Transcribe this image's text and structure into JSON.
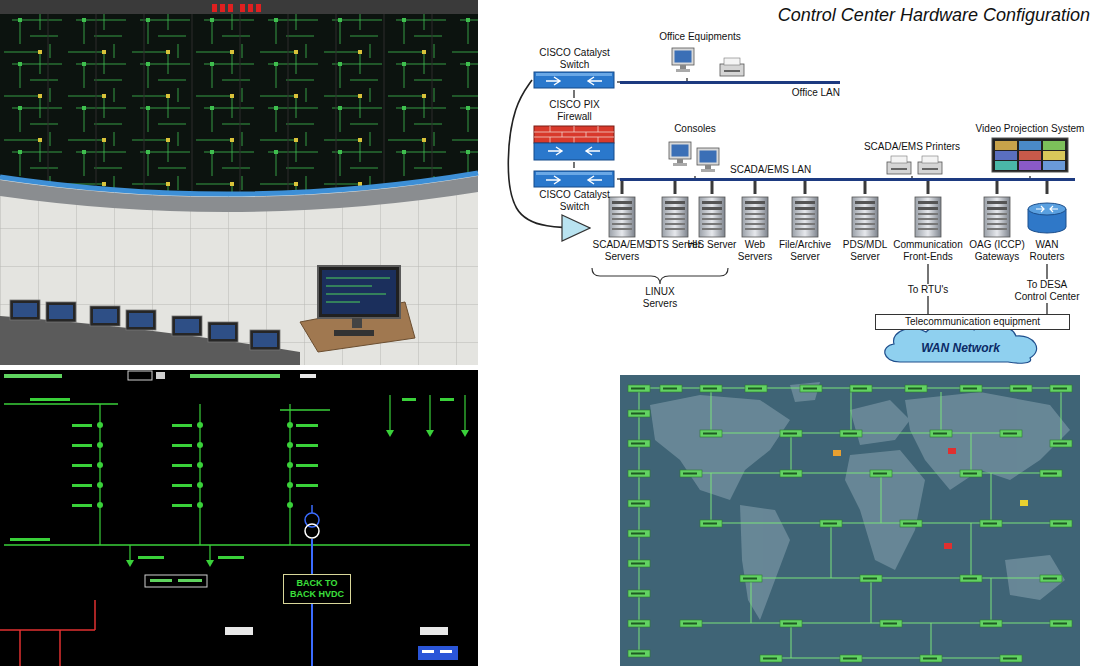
{
  "diagram": {
    "title": "Control Center Hardware Configuration",
    "nodes": [
      {
        "text": [
          "Office Equipments"
        ]
      },
      {
        "text": [
          "Office LAN"
        ]
      },
      {
        "text": [
          "CISCO Catalyst Switch"
        ]
      },
      {
        "text": [
          "CISCO PIX Firewall"
        ]
      },
      {
        "text": [
          "CISCO Catalyst Switch"
        ]
      },
      {
        "text": [
          "Consoles"
        ]
      },
      {
        "text": [
          "SCADA/EMS Printers"
        ]
      },
      {
        "text": [
          "Video Projection System"
        ]
      },
      {
        "text": [
          "SCADA/EMS LAN"
        ]
      },
      {
        "text": [
          "SCADA/EMS Servers"
        ]
      },
      {
        "text": [
          "DTS Server"
        ]
      },
      {
        "text": [
          "HIS Server"
        ]
      },
      {
        "text": [
          "Web Servers"
        ]
      },
      {
        "text": [
          "File/Archive Server"
        ]
      },
      {
        "text": [
          "PDS/MDL Server"
        ]
      },
      {
        "text": [
          "Communication Front-Ends"
        ]
      },
      {
        "text": [
          "OAG (ICCP) Gateways"
        ]
      },
      {
        "text": [
          "WAN Routers"
        ]
      },
      {
        "text": [
          "Telecommunication equipment"
        ]
      },
      {
        "text": [
          "WAN Network"
        ]
      },
      {
        "text": [
          "BACK TO BACK HVDC"
        ]
      }
    ],
    "edges": [
      {
        "from": 0,
        "to": 1,
        "arrow": "none"
      },
      {
        "from": 2,
        "to": 1,
        "arrow": "none"
      },
      {
        "from": 2,
        "to": 3,
        "arrow": "none"
      },
      {
        "from": 3,
        "to": 4,
        "arrow": "none"
      },
      {
        "from": 4,
        "to": 8,
        "arrow": "none"
      },
      {
        "from": 5,
        "to": 8,
        "arrow": "none"
      },
      {
        "from": 6,
        "to": 8,
        "arrow": "none"
      },
      {
        "from": 7,
        "to": 8,
        "arrow": "none"
      },
      {
        "from": 8,
        "to": 9,
        "arrow": "none"
      },
      {
        "from": 8,
        "to": 10,
        "arrow": "none"
      },
      {
        "from": 8,
        "to": 11,
        "arrow": "none"
      },
      {
        "from": 8,
        "to": 12,
        "arrow": "none"
      },
      {
        "from": 8,
        "to": 13,
        "arrow": "none"
      },
      {
        "from": 8,
        "to": 14,
        "arrow": "none"
      },
      {
        "from": 8,
        "to": 15,
        "arrow": "none"
      },
      {
        "from": 8,
        "to": 16,
        "arrow": "none"
      },
      {
        "from": 8,
        "to": 17,
        "arrow": "none"
      },
      {
        "from": 15,
        "to": 18,
        "label": "To RTU's",
        "arrow": "none"
      },
      {
        "from": 17,
        "to": 18,
        "label": "To DESA Control Center",
        "arrow": "none"
      },
      {
        "from": 2,
        "to": 9,
        "arrow": "to"
      }
    ],
    "labels": [
      "LINUX Servers"
    ]
  }
}
